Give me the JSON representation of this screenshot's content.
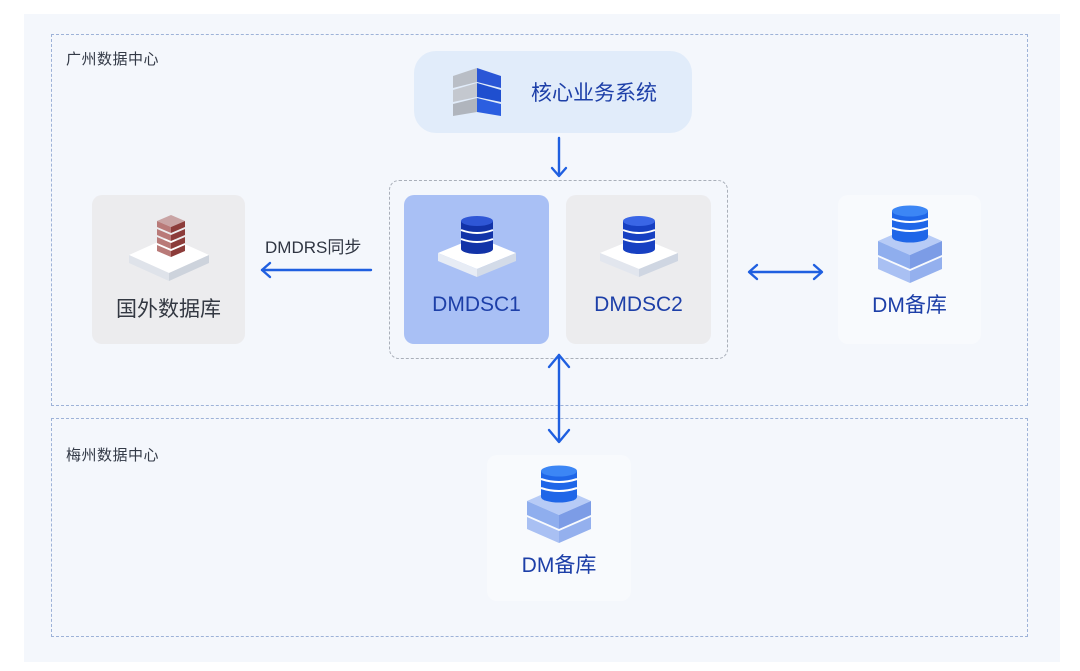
{
  "zones": {
    "guangzhou": {
      "label": "广州数据中心"
    },
    "meizhou": {
      "label": "梅州数据中心"
    }
  },
  "nodes": {
    "core_system": {
      "label": "核心业务系统",
      "icon": "server-stack-icon"
    },
    "foreign_db": {
      "label": "国外数据库",
      "icon": "database-platform-icon"
    },
    "dmdsc1": {
      "label": "DMDSC1",
      "icon": "database-platform-icon"
    },
    "dmdsc2": {
      "label": "DMDSC2",
      "icon": "database-platform-icon"
    },
    "dm_backup_gz": {
      "label": "DM备库",
      "icon": "database-stack-icon"
    },
    "dm_backup_mz": {
      "label": "DM备库",
      "icon": "database-stack-icon"
    }
  },
  "edges": {
    "sync_label": "DMDRS同步"
  },
  "colors": {
    "accent": "#1f5fe0",
    "label_blue": "#1d3fa8",
    "dmdsc1_bg": "#a9c0f5",
    "neutral_bg": "#ececee"
  }
}
